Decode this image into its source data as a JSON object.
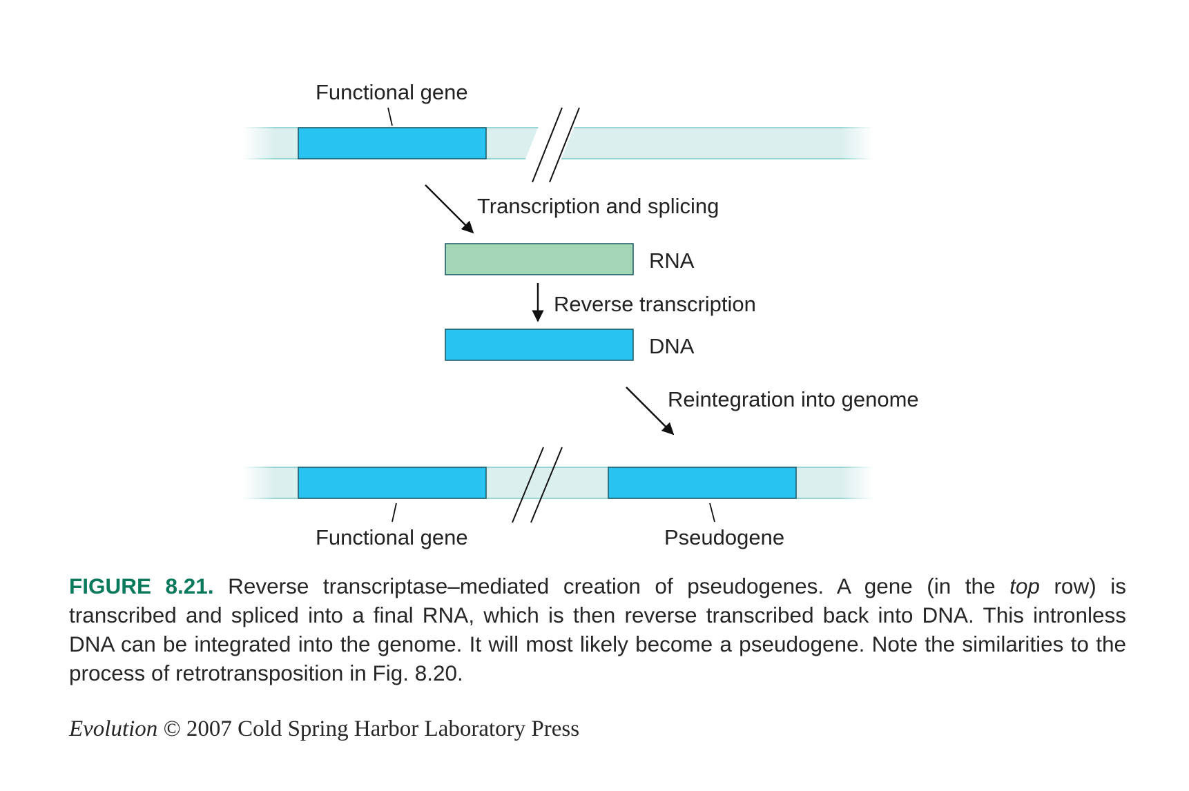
{
  "diagram": {
    "labels": {
      "functional_gene_top": "Functional gene",
      "transcription_and_splicing": "Transcription and splicing",
      "rna": "RNA",
      "reverse_transcription": "Reverse transcription",
      "dna": "DNA",
      "reintegration": "Reintegration into genome",
      "functional_gene_bottom": "Functional gene",
      "pseudogene": "Pseudogene"
    },
    "colors": {
      "chromosome": "#dcefef",
      "chromosome_edge": "#7ccac6",
      "gene": "#29c3f2",
      "rna": "#a2d6b4",
      "outline": "#1a5560",
      "arrow": "#111111"
    }
  },
  "caption": {
    "figure_number": "FIGURE 8.21.",
    "text_part1": "Reverse transcriptase–mediated creation of pseudogenes. A gene (in the",
    "text_italic": "top",
    "text_part2": "row) is transcribed and spliced into a final RNA, which is then reverse transcribed back into DNA. This intronless DNA can be integrated into the genome. It will most likely become a pseudogene. Note the similarities to the process of retrotransposition in Fig. 8.20."
  },
  "credit": {
    "book": "Evolution",
    "rest": "© 2007 Cold Spring Harbor Laboratory Press"
  }
}
